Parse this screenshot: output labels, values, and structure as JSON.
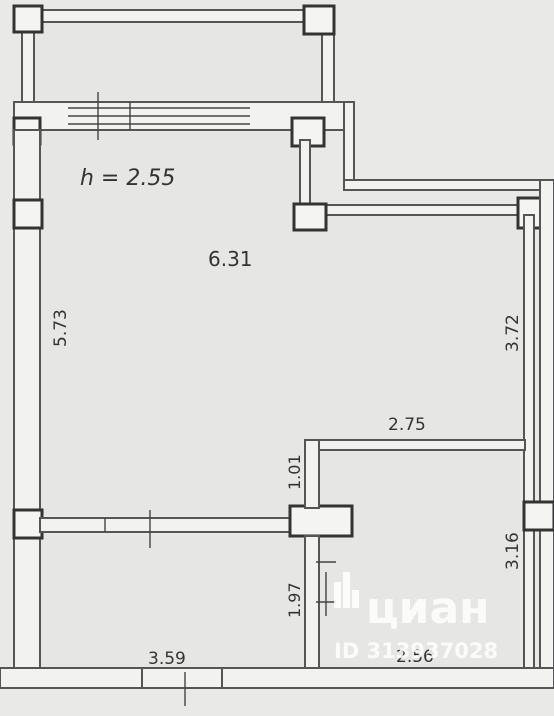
{
  "plan": {
    "ceiling_height": "h = 2.55",
    "main_room_area": "6.31",
    "left_wall_length": "5.73",
    "right_wall_length": "3.72",
    "corridor_width": "2.75",
    "small_gap": "1.01",
    "bath_height": "3.16",
    "bath_door_gap": "1.97",
    "bottom_left_width": "3.59",
    "bath_area": "2.56"
  },
  "watermark": {
    "brand": "циан",
    "id_text": "ID 313937028"
  }
}
